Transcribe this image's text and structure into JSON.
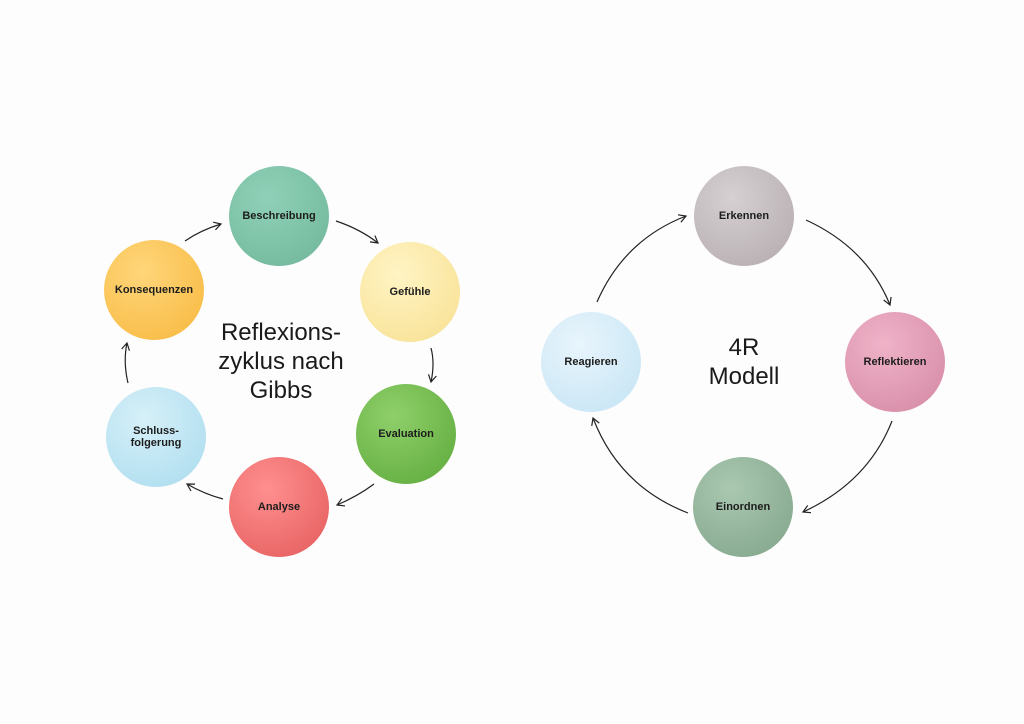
{
  "gibbs": {
    "title": "Reflexions-\nzyklus nach\nGibbs",
    "nodes": [
      {
        "id": "beschreibung",
        "label": "Beschreibung",
        "color_inner": "#8fd1b8",
        "color_outer": "#6fb599"
      },
      {
        "id": "gefuehle",
        "label": "Gefühle",
        "color_inner": "#fff4c4",
        "color_outer": "#f7df8f"
      },
      {
        "id": "evaluation",
        "label": "Evaluation",
        "color_inner": "#8fcf6a",
        "color_outer": "#5ca93a"
      },
      {
        "id": "analyse",
        "label": "Analyse",
        "color_inner": "#ff8f8f",
        "color_outer": "#e35a5a"
      },
      {
        "id": "schlussfolgerung",
        "label": "Schluss-\nfolgerung",
        "color_inner": "#d6f0f8",
        "color_outer": "#a9dbee"
      },
      {
        "id": "konsequenzen",
        "label": "Konsequenzen",
        "color_inner": "#ffd67a",
        "color_outer": "#f7b73d"
      }
    ]
  },
  "model4r": {
    "title": "4R\nModell",
    "nodes": [
      {
        "id": "erkennen",
        "label": "Erkennen",
        "color_inner": "#d6d0d2",
        "color_outer": "#b2a9ac"
      },
      {
        "id": "reflektieren",
        "label": "Reflektieren",
        "color_inner": "#efb3c8",
        "color_outer": "#d487a3"
      },
      {
        "id": "einordnen",
        "label": "Einordnen",
        "color_inner": "#aac8b0",
        "color_outer": "#7fa389"
      },
      {
        "id": "reagieren",
        "label": "Reagieren",
        "color_inner": "#e8f5fc",
        "color_outer": "#c3e3f4"
      }
    ]
  }
}
